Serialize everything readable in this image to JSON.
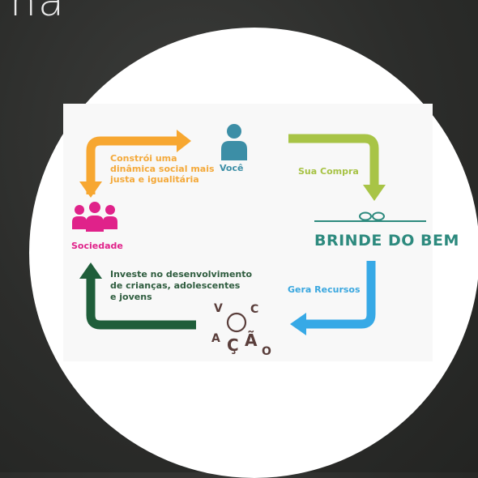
{
  "background_text": "na",
  "nodes": {
    "voce": {
      "label": "Você"
    },
    "sociedade": {
      "label": "Sociedade"
    },
    "brinde": {
      "label": "BRINDE DO BEM"
    },
    "vocacao": {
      "letters": [
        "V",
        "C",
        "A",
        "Ç",
        "Ã",
        "O"
      ]
    }
  },
  "edges": {
    "sua_compra": "Sua Compra",
    "gera_recursos": "Gera Recursos",
    "investe": [
      "Investe no desenvolvimento",
      "de crianças, adolescentes",
      "e jovens"
    ],
    "constroi": [
      "Constrói uma",
      "dinâmica social mais",
      "justa e igualitária"
    ]
  },
  "colors": {
    "orange": "#f7a731",
    "lime": "#a8c446",
    "blue": "#37a9e6",
    "dark_green": "#1f5e3a",
    "pink": "#e0228a",
    "teal": "#3c8ea6",
    "brand_teal": "#2d8a7e",
    "brown": "#5a3e3b"
  }
}
